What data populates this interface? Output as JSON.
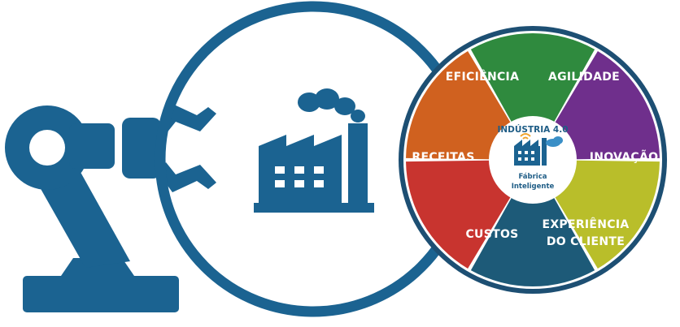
{
  "colors": {
    "primary": "#1b6391",
    "dark_ring": "#1d4f73",
    "white": "#ffffff"
  },
  "center": {
    "title": "INDÚSTRIA 4.0",
    "subtitle_line1": "Fábrica",
    "subtitle_line2": "Inteligente"
  },
  "segments": [
    {
      "id": "eficiencia",
      "lines": [
        "EFICIÊNCIA"
      ],
      "color": "#2f8a3e"
    },
    {
      "id": "agilidade",
      "lines": [
        "AGILIDADE"
      ],
      "color": "#6f2f8c"
    },
    {
      "id": "inovacao",
      "lines": [
        "INOVAÇÃO"
      ],
      "color": "#b9be2a"
    },
    {
      "id": "experiencia",
      "lines": [
        "EXPERIÊNCIA",
        "DO CLIENTE"
      ],
      "color": "#1d5a78"
    },
    {
      "id": "custos",
      "lines": [
        "CUSTOS"
      ],
      "color": "#c8342f"
    },
    {
      "id": "receitas",
      "lines": [
        "RECEITAS"
      ],
      "color": "#d0611f"
    }
  ],
  "icons": {
    "robot_arm": "robot-arm-icon",
    "factory": "factory-icon",
    "smart_factory": "smart-factory-icon"
  }
}
